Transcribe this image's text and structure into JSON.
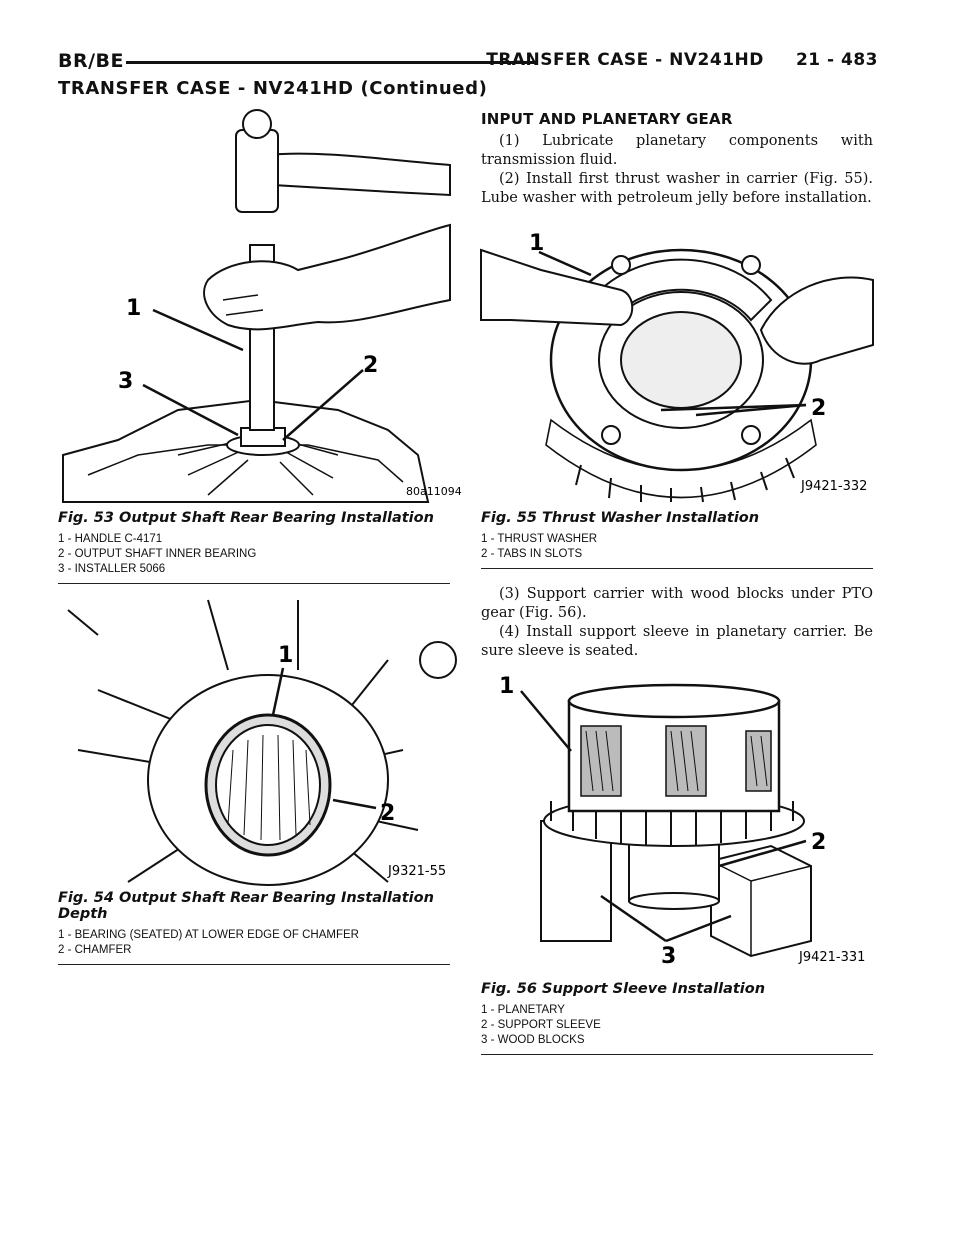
{
  "header": {
    "left": "BR/BE",
    "right": "TRANSFER CASE - NV241HD     21 - 483"
  },
  "section_title": "TRANSFER CASE - NV241HD (Continued)",
  "figures": {
    "fig53": {
      "caption": "Fig. 53 Output Shaft Rear Bearing Installation",
      "code": "80a11094",
      "callouts": [
        "1",
        "2",
        "3"
      ],
      "legend": [
        "1 - HANDLE C-4171",
        "2 - OUTPUT SHAFT INNER BEARING",
        "3 - INSTALLER 5066"
      ]
    },
    "fig54": {
      "caption": "Fig. 54 Output Shaft Rear Bearing Installation Depth",
      "code": "J9321-55",
      "callouts": [
        "1",
        "2"
      ],
      "legend": [
        "1 - BEARING (SEATED) AT LOWER EDGE OF CHAMFER",
        "2 - CHAMFER"
      ]
    },
    "fig55": {
      "caption": "Fig. 55 Thrust Washer Installation",
      "code": "J9421-332",
      "callouts": [
        "1",
        "2"
      ],
      "legend": [
        "1 - THRUST WASHER",
        "2 - TABS IN SLOTS"
      ]
    },
    "fig56": {
      "caption": "Fig. 56 Support Sleeve Installation",
      "code": "J9421-331",
      "callouts": [
        "1",
        "2",
        "3"
      ],
      "legend": [
        "1 - PLANETARY",
        "2 - SUPPORT SLEEVE",
        "3 - WOOD BLOCKS"
      ]
    }
  },
  "procedure": {
    "heading": "INPUT AND PLANETARY GEAR",
    "steps_a": [
      "(1) Lubricate planetary components with transmission fluid.",
      "(2) Install first thrust washer in carrier (Fig. 55). Lube washer with petroleum jelly before installation."
    ],
    "steps_b": [
      "(3) Support carrier with wood blocks under PTO gear (Fig. 56).",
      "(4) Install support sleeve in planetary carrier. Be sure sleeve is seated."
    ]
  }
}
